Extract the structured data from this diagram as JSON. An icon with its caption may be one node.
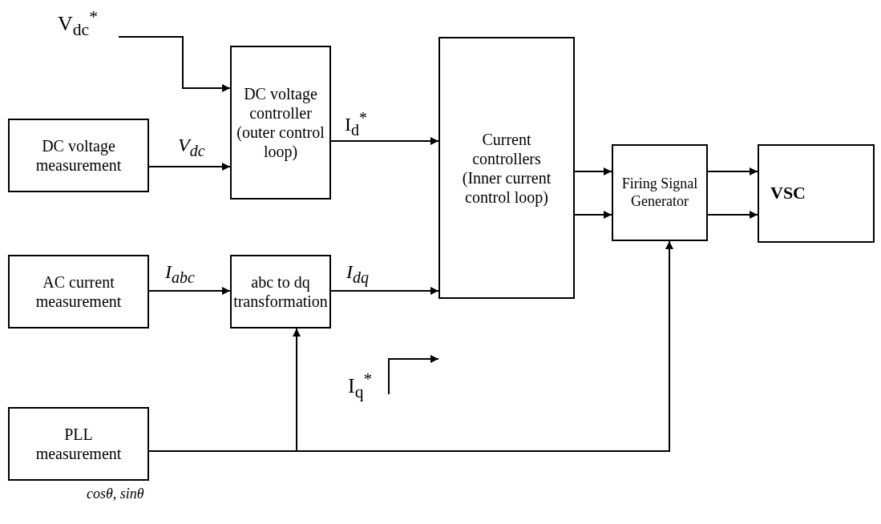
{
  "diagram": {
    "nodes": [
      {
        "text": [
          "DC voltage measurement"
        ]
      },
      {
        "text": [
          "DC voltage controller (outer control loop)"
        ]
      },
      {
        "text": [
          "Current controllers (Inner current control loop)"
        ]
      },
      {
        "text": [
          "Firing Signal Generator"
        ]
      },
      {
        "text": [
          "VSC"
        ]
      },
      {
        "text": [
          "AC current measurement"
        ]
      },
      {
        "text": [
          "abc to dq transformation"
        ]
      },
      {
        "text": [
          "PLL measurement"
        ]
      },
      {
        "text": [
          "V$_{dc}$$^{*}$"
        ]
      },
      {
        "text": [
          "I$_{q}$$^{*}$"
        ]
      }
    ],
    "edges": [
      {
        "from": 8,
        "to": 1,
        "arrow": "to"
      },
      {
        "from": 0,
        "to": 1,
        "arrow": "to",
        "label": "V$_{dc}$"
      },
      {
        "from": 1,
        "to": 2,
        "arrow": "to",
        "label": "I$_{d}$$^{*}$"
      },
      {
        "from": 5,
        "to": 6,
        "arrow": "to",
        "label": "I$_{abc}$"
      },
      {
        "from": 6,
        "to": 2,
        "arrow": "to",
        "label": "I$_{dq}$"
      },
      {
        "from": 9,
        "to": 2,
        "arrow": "to"
      },
      {
        "from": 2,
        "to": 3,
        "arrow": "to"
      },
      {
        "from": 2,
        "to": 3,
        "arrow": "to"
      },
      {
        "from": 3,
        "to": 4,
        "arrow": "to"
      },
      {
        "from": 3,
        "to": 4,
        "arrow": "to"
      },
      {
        "from": 7,
        "to": 6,
        "arrow": "to",
        "label": "cosθ, sinθ"
      },
      {
        "from": 7,
        "to": 3,
        "arrow": "to"
      }
    ]
  }
}
